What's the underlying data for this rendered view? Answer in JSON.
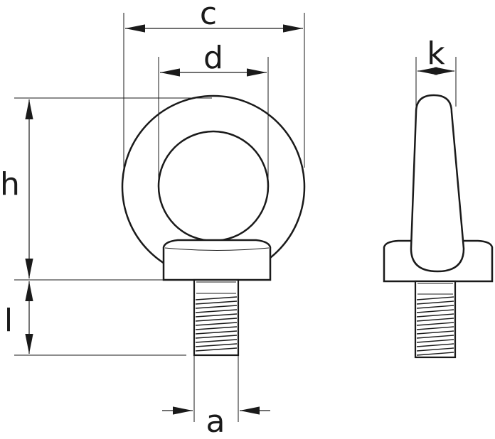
{
  "diagram": {
    "labels": {
      "c": "c",
      "d": "d",
      "k": "k",
      "h": "h",
      "l": "l",
      "a": "a"
    },
    "colors": {
      "ink": "#1a1a1a",
      "background": "#ffffff"
    }
  }
}
